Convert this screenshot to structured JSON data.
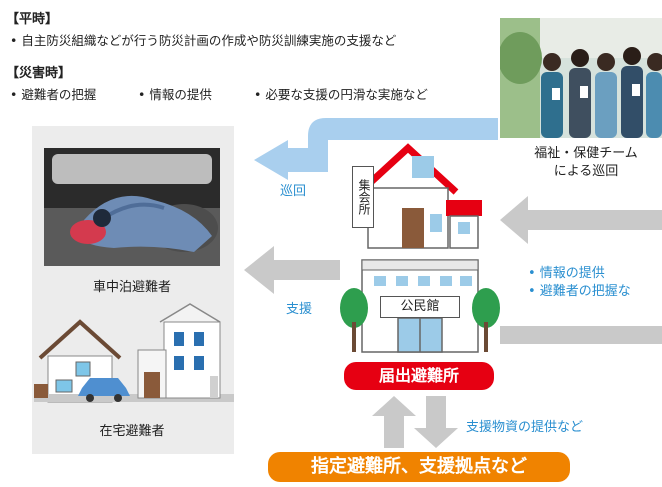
{
  "peacetime": {
    "heading": "【平時】",
    "bullet": "• 自主防災組織などが行う防災計画の作成や防災訓練実施の支援など"
  },
  "disaster": {
    "heading": "【災害時】",
    "bullets": [
      "• 避難者の把握",
      "• 情報の提供",
      "• 必要な支援の円滑な実施など"
    ]
  },
  "team": {
    "caption_line1": "福祉・保健チーム",
    "caption_line2": "による巡回",
    "patrol_label": "巡回"
  },
  "evacuees": {
    "car_label": "車中泊避難者",
    "home_label": "在宅避難者"
  },
  "support_label": "支援",
  "info_items": [
    "• 情報の提供",
    "• 避難者の把握な"
  ],
  "buildings": {
    "shukaijo": "集会所",
    "kominkan": "公民館"
  },
  "reported_shelter": "届出避難所",
  "supply_label": "支援物資の提供など",
  "designated_shelter": "指定避難所、支援拠点など",
  "colors": {
    "blue_arrow": "#a9cfee",
    "gray_arrow": "#c9c9c9",
    "text_blue": "#2a8fd0",
    "red": "#e60012",
    "orange": "#f08300",
    "panel": "#ececec"
  }
}
